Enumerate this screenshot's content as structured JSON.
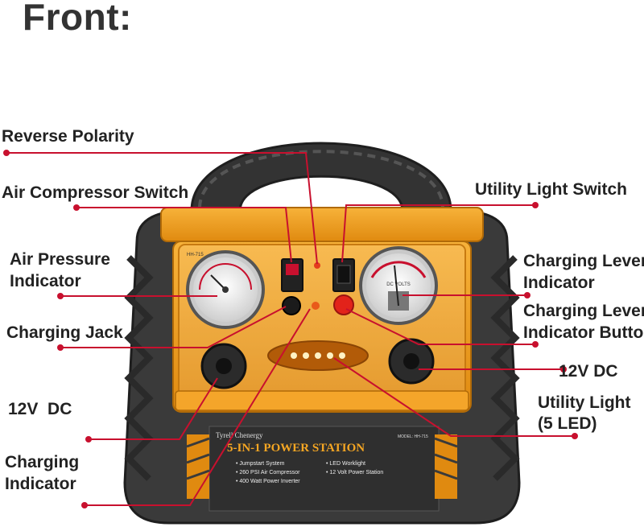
{
  "title": "Front:",
  "labels": {
    "reverse_polarity": "Reverse Polarity",
    "air_compressor_switch": "Air Compressor Switch",
    "utility_light_switch": "Utility Light Switch",
    "air_pressure_line1": "Air Pressure",
    "air_pressure_line2": "Indicator",
    "charging_lever_line1": "Charging Lever",
    "charging_lever_line2": "Indicator",
    "charging_jack": "Charging Jack",
    "charging_lever_button_line1": "Charging Lever",
    "charging_lever_button_line2": "Indicator Button",
    "dc_right": "12V DC",
    "dc_left": "12V  DC",
    "utility_light_line1": "Utility Light",
    "utility_light_line2": "(5 LED)",
    "charging_indicator_line1": "Charging",
    "charging_indicator_line2": "Indicator"
  },
  "product": {
    "brand": "Tyrell Chenergy",
    "name": "5-IN-1 POWER STATION",
    "model": "MODEL: HH-715",
    "model_tag": "HH-715",
    "features_left": [
      "• Jumpstart System",
      "• 260 PSI Air Compressor",
      "• 400 Watt Power Inverter"
    ],
    "features_right": [
      "• LED Worklight",
      "• 12 Volt Power Station"
    ],
    "gauge_right_text": "DC VOLTS"
  },
  "colors": {
    "body_orange": "#f29a1c",
    "casing": "#3a3a3a",
    "leader_line": "#c8102e"
  }
}
